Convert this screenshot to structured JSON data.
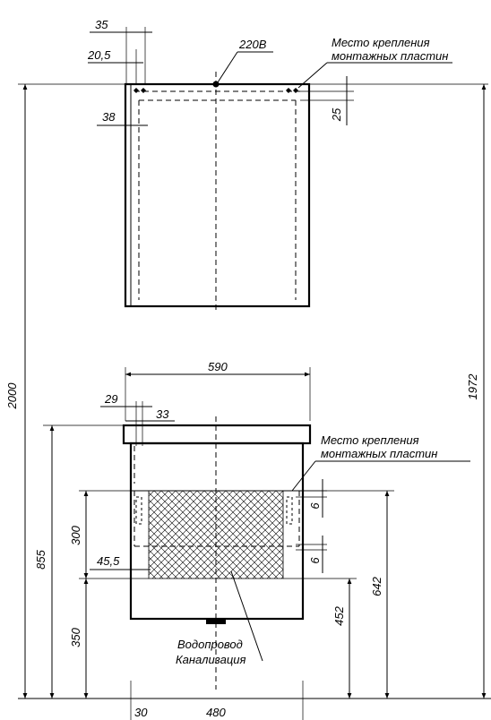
{
  "mirror": {
    "dim_35": "35",
    "dim_20_5": "20,5",
    "dim_38": "38",
    "dim_25": "25",
    "power_label": "220В",
    "mount_label_1": "Место крепления",
    "mount_label_2": "монтажных пластин"
  },
  "overall": {
    "dim_2000": "2000",
    "dim_1972": "1972"
  },
  "cabinet": {
    "dim_590": "590",
    "dim_29": "29",
    "dim_33": "33",
    "mount_label_1": "Место крепления",
    "mount_label_2": "монтажных пластин",
    "dim_6_top": "6",
    "dim_6_bottom": "6",
    "dim_300": "300",
    "dim_855": "855",
    "dim_45_5": "45,5",
    "dim_350": "350",
    "dim_452": "452",
    "dim_642": "642",
    "water_label": "Водопровод",
    "sewer_label": "Канализация",
    "bottom_dim_left": "30",
    "bottom_dim_right": "480"
  }
}
